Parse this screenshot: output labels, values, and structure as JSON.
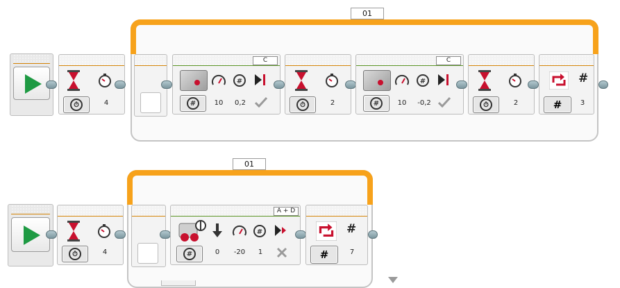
{
  "program1": {
    "loop_label": "01",
    "wait1_value": "4",
    "motor1": {
      "port": "C",
      "v1": "10",
      "v2": "0,2"
    },
    "wait2_value": "2",
    "motor2": {
      "port": "C",
      "v1": "10",
      "v2": "-0,2"
    },
    "wait3_value": "2",
    "loop_interrupt_value": "3"
  },
  "program2": {
    "loop_label": "01",
    "wait1_value": "4",
    "steering": {
      "ports": "A + D",
      "v1": "0",
      "v2": "-20",
      "v3": "1"
    },
    "loop_interrupt_value": "7",
    "next_loop_label": ""
  },
  "colors": {
    "orange": "#f29a16",
    "green": "#6fb12e",
    "play": "#1e9a43",
    "hourglass": "#c8102e"
  },
  "icons": [
    "play-icon",
    "hourglass-icon",
    "timer-icon",
    "steering-wheel-icon",
    "motor-icon",
    "speedometer-icon",
    "rotations-icon",
    "brake-icon",
    "check-icon",
    "loop-interrupt-icon",
    "hash-icon",
    "down-arrow-icon",
    "coast-icon",
    "x-icon"
  ]
}
